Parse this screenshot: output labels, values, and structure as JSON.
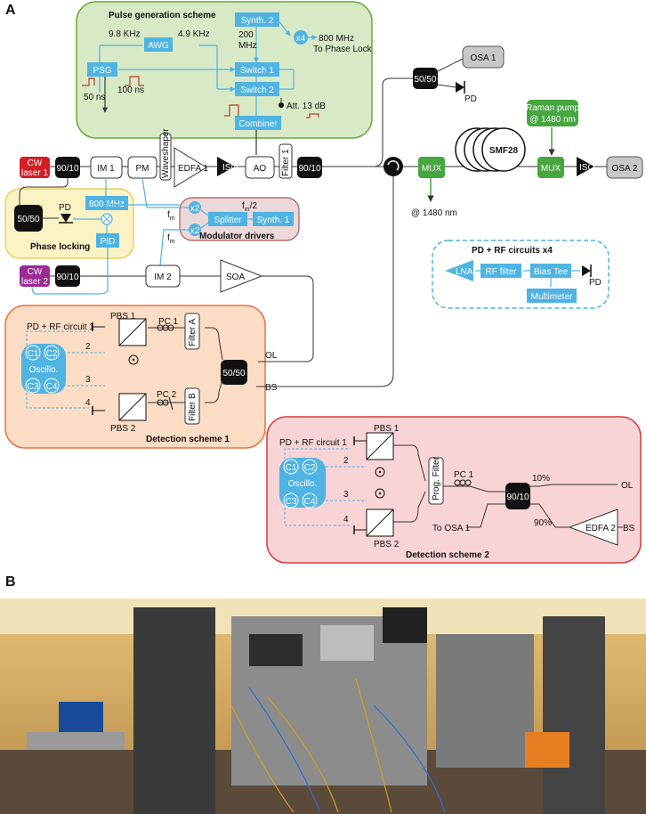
{
  "panels": {
    "a": "A",
    "b": "B"
  },
  "pulse_gen": {
    "title": "Pulse generation scheme",
    "psg": "PSG",
    "awg": "AWG",
    "freq1": "9.8 KHz",
    "freq2": "4.9 KHz",
    "synth2": "Synth. 2",
    "synth2_freq1": "200",
    "synth2_freq2": "MHz",
    "x4": "x4",
    "out1": "800 MHz",
    "out2": "To Phase Lock",
    "switch1": "Switch 1",
    "switch2": "Switch 2",
    "combiner": "Combiner",
    "att": "Att. 13 dB",
    "t50": "50 ns",
    "t100": "100 ns"
  },
  "main_path": {
    "cw1a": "CW",
    "cw1b": "laser 1",
    "split9010": "90/10",
    "im1": "IM 1",
    "pm": "PM",
    "waveshaper": "Waveshaper",
    "edfa1": "EDFA 1",
    "iso": "ISO",
    "ao": "AO",
    "filter1": "Filter 1",
    "split9010b": "90/10",
    "mux1": "MUX",
    "mux2": "MUX",
    "smf": "SMF28",
    "raman1": "Raman pump",
    "raman2": "@ 1480 nm",
    "iso2": "ISO",
    "osa2": "OSA 2",
    "at1480": "@ 1480 nm",
    "split5050top": "50/50",
    "osa1": "OSA 1",
    "pd": "PD"
  },
  "phase_lock": {
    "title": "Phase locking",
    "split": "50/50",
    "pd": "PD",
    "lo": "800 MHz",
    "pid": "PID"
  },
  "mod_drivers": {
    "title": "Modulator drivers",
    "x2a": "x2",
    "x2b": "x2",
    "splitter": "Splitter",
    "synth1": "Synth. 1",
    "fm": "f",
    "fmsub": "m",
    "fm2": "/2"
  },
  "second_path": {
    "cw2a": "CW",
    "cw2b": "laser 2",
    "split": "90/10",
    "im2": "IM 2",
    "soa": "SOA"
  },
  "pd_rf": {
    "title": "PD + RF circuits x4",
    "lna": "LNA",
    "rffilter": "RF filter",
    "biastee": "Bias Tee",
    "multimeter": "Multimeter",
    "pd": "PD"
  },
  "det1": {
    "title": "Detection scheme 1",
    "pdrf": "PD + RF circuit 1",
    "pbs1": "PBS 1",
    "pbs2": "PBS 2",
    "pc1": "PC 1",
    "pc2": "PC 2",
    "filterA": "Filter A",
    "filterB": "Filter B",
    "split": "50/50",
    "ol": "OL",
    "bs": "BS",
    "osc": "Oscillo.",
    "c1": "C1",
    "c2": "C2",
    "c3": "C3",
    "c4": "C4",
    "n2": "2",
    "n3": "3",
    "n4": "4"
  },
  "det2": {
    "title": "Detection scheme 2",
    "pdrf": "PD + RF circuit 1",
    "pbs1": "PBS 1",
    "pbs2": "PBS 2",
    "pc1": "PC 1",
    "prog": "Prog. Filter",
    "split": "90/10",
    "p10": "10%",
    "p90": "90%",
    "ol": "OL",
    "bs": "BS",
    "edfa2": "EDFA 2",
    "toosa": "To OSA 1",
    "osc": "Oscillo.",
    "c1": "C1",
    "c2": "C2",
    "c3": "C3",
    "c4": "C4",
    "n2": "2",
    "n3": "3",
    "n4": "4"
  },
  "colors": {
    "blue": "#4fb3e3",
    "green_box": "#d8e9c6",
    "green_border": "#6aaa3a",
    "orange_box": "#fbdcc4",
    "orange_border": "#e8743b",
    "pink_box": "#f9d4d6",
    "pink_border": "#d73a3f",
    "yellow_box": "#fbf3c4",
    "mauve_box": "#ecd8d8",
    "mauve_border": "#a65a5a",
    "mux_green": "#46a640",
    "red_laser": "#d41e26",
    "purple_laser": "#9b2b93"
  }
}
